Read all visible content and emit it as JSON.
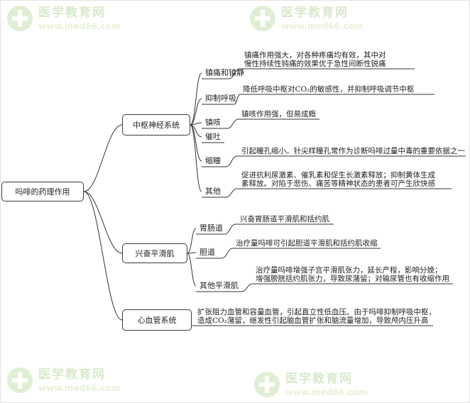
{
  "watermark": {
    "title": "医学教育网",
    "url": "www.med66.com"
  },
  "root": {
    "label": "吗啡的药理作用"
  },
  "branches": {
    "cns": {
      "label": "中枢神经系统",
      "items": [
        {
          "label": "镇痛和镇静",
          "desc": [
            "镇痛作用强大，对各种疼痛均有效，其中对",
            "慢性持续性钝痛的效果优于急性间断性锐痛"
          ]
        },
        {
          "label": "抑制呼吸",
          "desc": [
            "降低呼吸中枢对CO₂的敏感性，并抑制呼吸调节中枢"
          ]
        },
        {
          "label": "镇咳",
          "desc": [
            "镇咳作用强，但易成瘾"
          ]
        },
        {
          "label": "催吐",
          "desc": []
        },
        {
          "label": "缩瞳",
          "desc": [
            "引起瞳孔缩小。针尖样瞳孔常作为诊断吗啡过量中毒的重要依据之一"
          ]
        },
        {
          "label": "其他",
          "desc": [
            "促进抗利尿激素、催乳素和促生长激素释放；抑制黄体生成",
            "素释放。对陷于悲伤、痛苦等精神状态的患者可产生欣快感"
          ]
        }
      ]
    },
    "smooth": {
      "label": "兴奋平滑肌",
      "items": [
        {
          "label": "胃肠道",
          "desc": [
            "兴奋胃肠道平滑肌和括约肌"
          ]
        },
        {
          "label": "胆道",
          "desc": [
            "治疗量吗啡可引起胆道平滑肌和括约肌收缩"
          ]
        },
        {
          "label": "其他平滑肌",
          "desc": [
            "治疗量吗啡增强子宫平滑肌张力，延长产程，影响分娩；",
            "增强膀胱括约肌张力，导致尿潴留；对输尿管也有收缩作用"
          ]
        }
      ]
    },
    "cardio": {
      "label": "心血管系统",
      "desc": [
        "扩张阻力血管和容量血管，引起直立性低血压。由于吗啡抑制呼吸中枢，",
        "造成CO₂潴留，继发性引起脑血管扩张和脑流量增加，导致颅内压升高"
      ]
    }
  }
}
